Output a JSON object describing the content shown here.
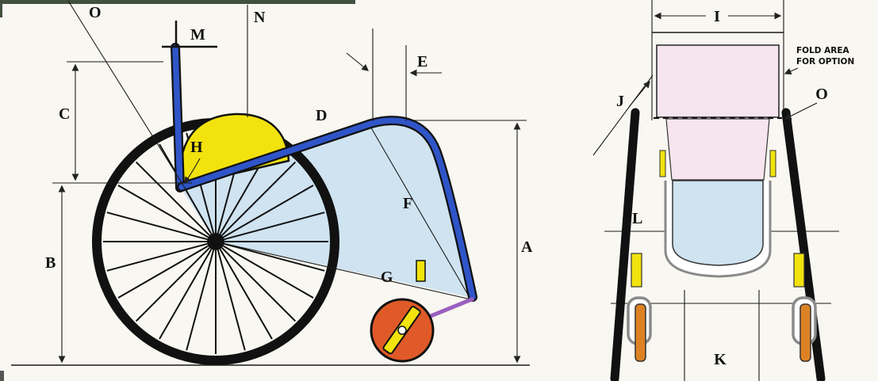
{
  "side": {
    "labels": {
      "O": "O",
      "M": "M",
      "N": "N",
      "C": "C",
      "D": "D",
      "E": "E",
      "H": "H",
      "F": "F",
      "G": "G",
      "B": "B",
      "A": "A"
    },
    "wheel_spokes": 24
  },
  "front": {
    "labels": {
      "I": "I",
      "J": "J",
      "O": "O",
      "L": "L",
      "K": "K"
    },
    "note": {
      "line1": "FOLD AREA",
      "line2": "FOR OPTION"
    }
  },
  "colors": {
    "frame_blue": "#2f55c8",
    "seat_blue": "#cfe3f0",
    "highlight_yellow": "#f2e30e",
    "caster_orange": "#df5a28",
    "caster_wheel_orange": "#dd8224",
    "backrest_pink": "#f6e4ee",
    "link_purple": "#9a5fc0",
    "background": "#f9f7f1"
  }
}
